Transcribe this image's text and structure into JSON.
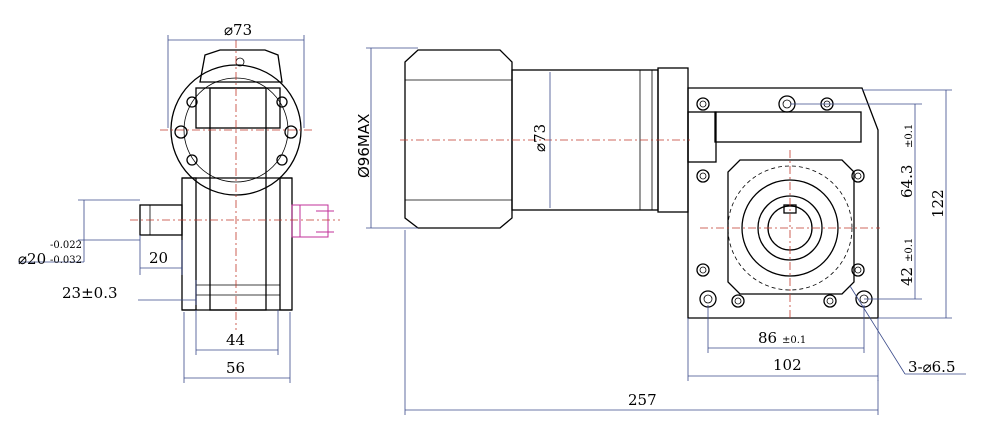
{
  "diagram": {
    "side_view": {
      "dim_top_diameter": "⌀73",
      "shaft_tol_upper": "-0.022",
      "shaft_tol_lower": "-0.032",
      "shaft_diameter_prefix": "⌀20",
      "dim_shaft_len": "20",
      "dim_key_height": "23±0.3",
      "dim_inner_width": "44",
      "dim_outer_width": "56"
    },
    "front_view": {
      "dim_motor_max": "Ø96MAX",
      "dim_motor_diameter": "⌀73",
      "dim_upper_tol_main": "64.3",
      "dim_upper_tol_suffix": "±0.1",
      "dim_lower_tol_main": "42",
      "dim_lower_tol_suffix": "±0.1",
      "dim_height": "122",
      "dim_hole_span_main": "86",
      "dim_hole_span_suffix": "±0.1",
      "dim_body_width": "102",
      "dim_holes": "3-⌀6.5",
      "dim_total_length": "257"
    },
    "colors": {
      "centerline": "#c0392b",
      "dimension": "#3a4a8a",
      "shaft_highlight": "#c0309a"
    }
  }
}
